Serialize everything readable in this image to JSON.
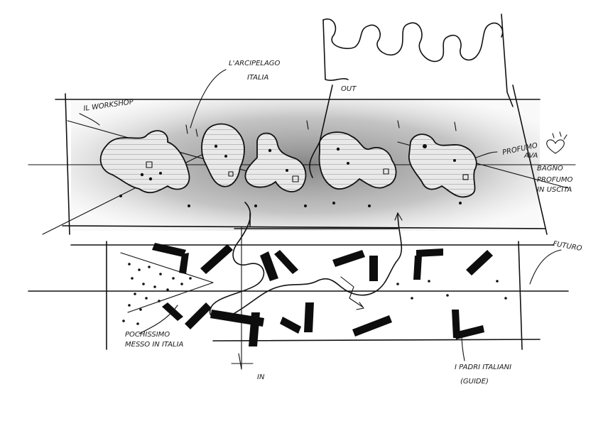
{
  "labels": {
    "archipelago": "L'ARCIPELAGO",
    "archipelago_2": "ITALIA",
    "workshop": "IL WORKSHOP",
    "out": "OUT",
    "profumo_1": "PROFUMO",
    "profumo_2": "AVA",
    "bagno": "BAGNO",
    "profumo_in_1": "PROFUMO",
    "profumo_in_2": "IN USCITA",
    "futuro": "FUTURO",
    "pochissimo_1": "POCHISSIMO",
    "pochissimo_2": "MESSO IN ITALIA",
    "in": "IN",
    "padri_1": "I PADRI ITALIANI",
    "padri_2": "(GUIDE)"
  },
  "colors": {
    "ink": "#111111",
    "shading": "#8a8a8a",
    "paper": "#ffffff"
  }
}
